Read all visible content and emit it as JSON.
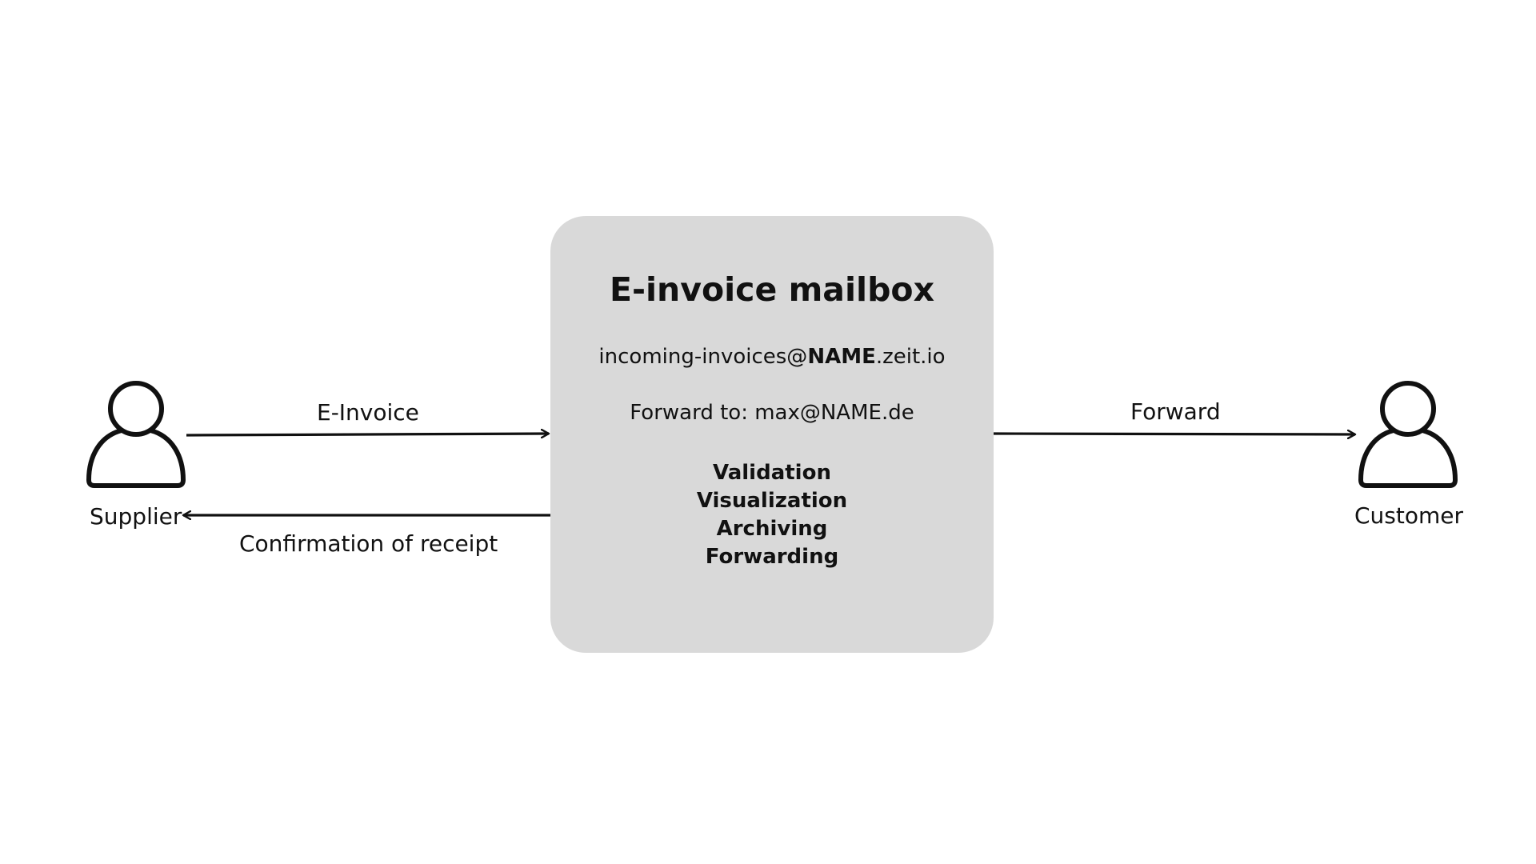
{
  "mailbox": {
    "title": "E-invoice mailbox",
    "address_prefix": "incoming-invoices@",
    "address_bold": "NAME",
    "address_suffix": ".zeit.io",
    "forward_line": "Forward to: max@NAME.de",
    "features": [
      "Validation",
      "Visualization",
      "Archiving",
      "Forwarding"
    ]
  },
  "actors": {
    "supplier": "Supplier",
    "customer": "Customer"
  },
  "edges": {
    "einvoice": "E-Invoice",
    "confirmation": "Confirmation of receipt",
    "forward": "Forward"
  },
  "icons": {
    "supplier": "person-icon",
    "customer": "person-icon"
  },
  "colors": {
    "mailbox_fill": "#d9d9d9",
    "stroke": "#111111"
  }
}
